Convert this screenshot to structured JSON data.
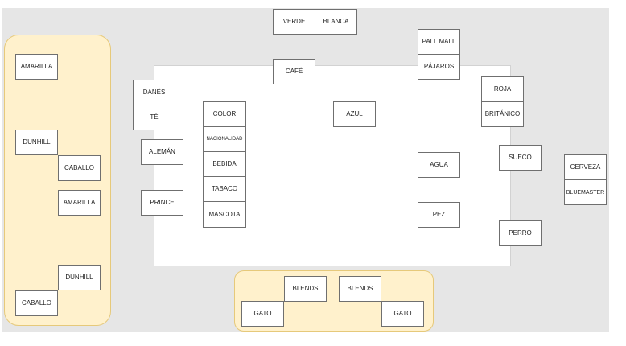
{
  "cards": {
    "verde": "VERDE",
    "blanca": "BLANCA",
    "cafe": "CAFÉ",
    "pall_mall": "PALL MALL",
    "pajaros": "PÁJAROS",
    "roja": "ROJA",
    "britanico": "BRITÁNICO",
    "sueco": "SUECO",
    "cerveza": "CERVEZA",
    "bluemaster": "BLUEMASTER",
    "perro": "PERRO",
    "agua": "AGUA",
    "pez": "PEZ",
    "azul": "AZUL",
    "danes": "DANÉS",
    "te": "TÉ",
    "aleman": "ALEMÁN",
    "prince": "PRINCE",
    "left_amarilla_1": "AMARILLA",
    "left_dunhill_1": "DUNHILL",
    "left_caballo_1": "CABALLO",
    "left_amarilla_2": "AMARILLA",
    "left_dunhill_2": "DUNHILL",
    "left_caballo_2": "CABALLO",
    "bottom_blends_1": "BLENDS",
    "bottom_blends_2": "BLENDS",
    "bottom_gato_1": "GATO",
    "bottom_gato_2": "GATO"
  },
  "attributes": {
    "color": "COLOR",
    "nacionalidad": "NACIONALIDAD",
    "bebida": "BEBIDA",
    "tabaco": "TABACO",
    "mascota": "MASCOTA"
  },
  "colors": {
    "canvas_bg": "#e6e6e6",
    "board_bg": "#ffffff",
    "group_fill": "#fff1cc",
    "group_border": "#e6c97a",
    "card_border": "#6f6f6f"
  }
}
